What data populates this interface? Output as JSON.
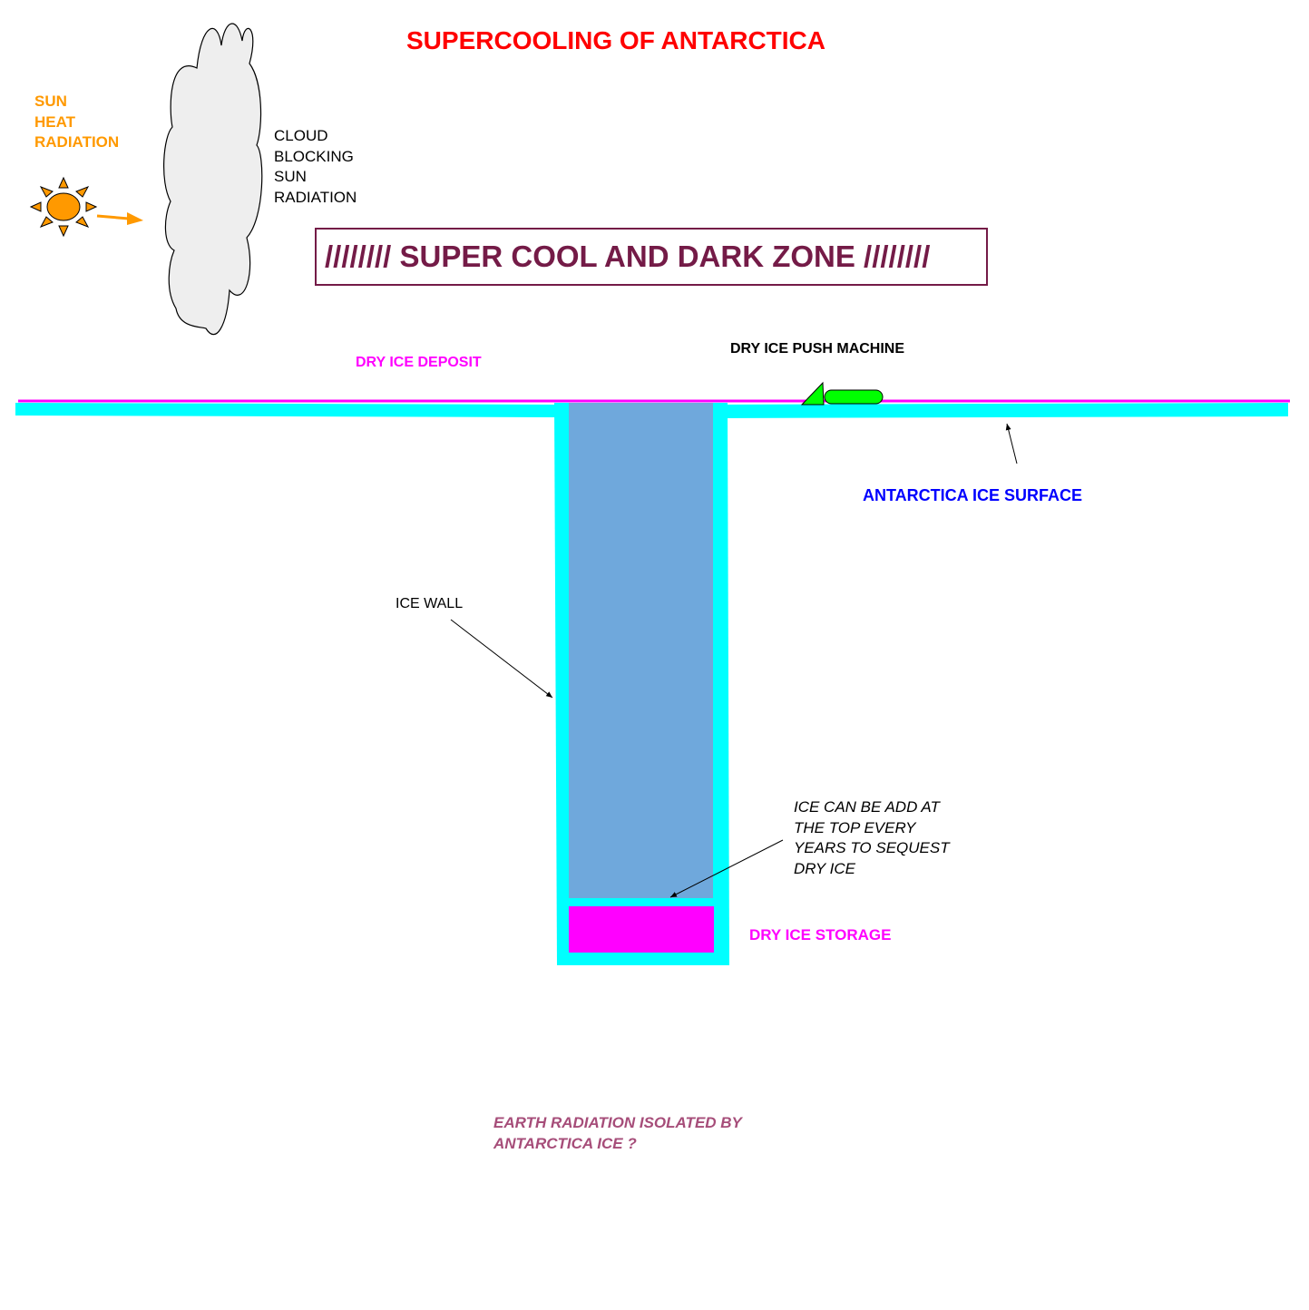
{
  "title": "SUPERCOOLING OF ANTARCTICA",
  "sun_label": [
    "SUN",
    "HEAT",
    "RADIATION"
  ],
  "cloud_label": [
    "CLOUD",
    "BLOCKING",
    "SUN",
    "RADIATION"
  ],
  "zone_banner": "//////// SUPER COOL AND DARK ZONE ////////",
  "dry_ice_deposit": "DRY ICE DEPOSIT",
  "push_machine": "DRY ICE PUSH MACHINE",
  "ice_surface": "ANTARCTICA ICE SURFACE",
  "ice_wall": "ICE WALL",
  "ice_add_note": [
    "ICE CAN BE ADD AT",
    "THE TOP EVERY",
    "YEARS TO SEQUEST",
    "DRY ICE"
  ],
  "dry_ice_storage": "DRY ICE STORAGE",
  "earth_radiation": [
    "EARTH RADIATION ISOLATED BY",
    "ANTARCTICA ICE ?"
  ],
  "colors": {
    "title": "#ff0000",
    "sun": "#ff9900",
    "banner": "#741b47",
    "magenta": "#ff00ff",
    "cyan": "#00ffff",
    "shaft": "#6fa8dc",
    "surface_label": "#0000ff",
    "machine": "#00ff00",
    "earth": "#a64d79"
  }
}
